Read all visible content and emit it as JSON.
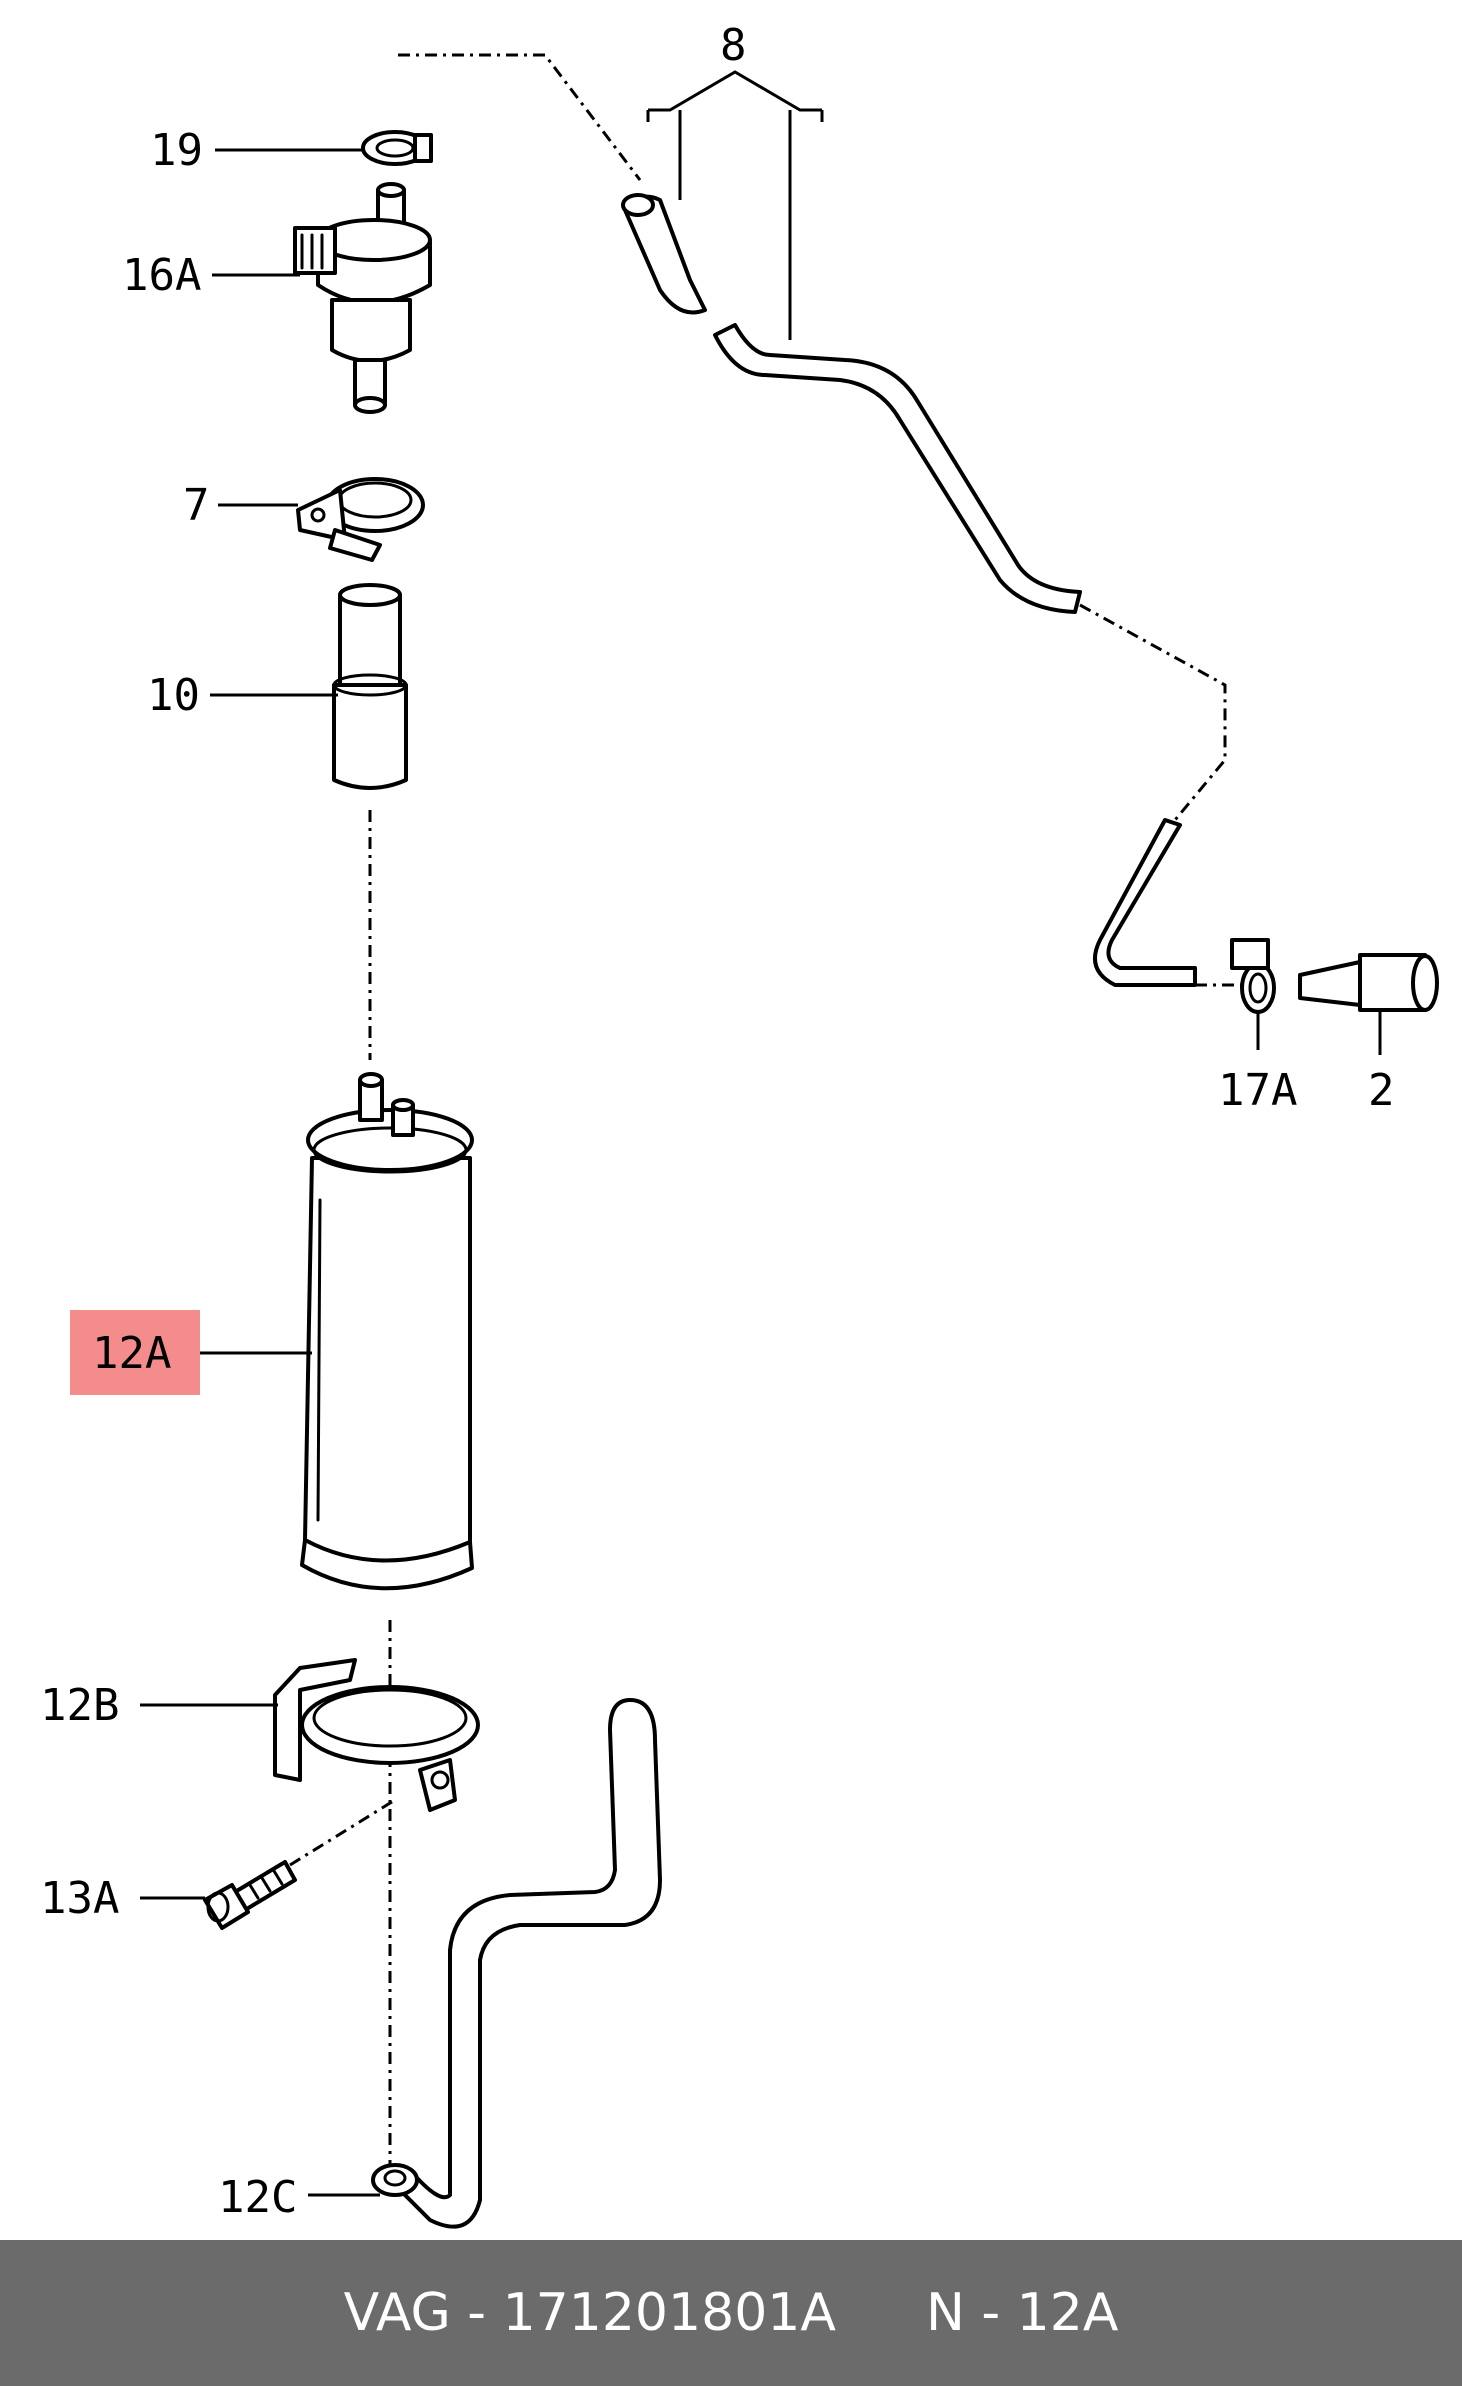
{
  "labels": {
    "l19": "19",
    "l16a": "16A",
    "l7": "7",
    "l10": "10",
    "l8": "8",
    "l17a": "17A",
    "l2": "2",
    "l12a": "12A",
    "l12b": "12B",
    "l13a": "13A",
    "l12c": "12C"
  },
  "highlight": {
    "part": "12A",
    "color": "#f58c8c"
  },
  "footer": {
    "part_number": "VAG - 171201801A",
    "position": "N - 12A"
  }
}
